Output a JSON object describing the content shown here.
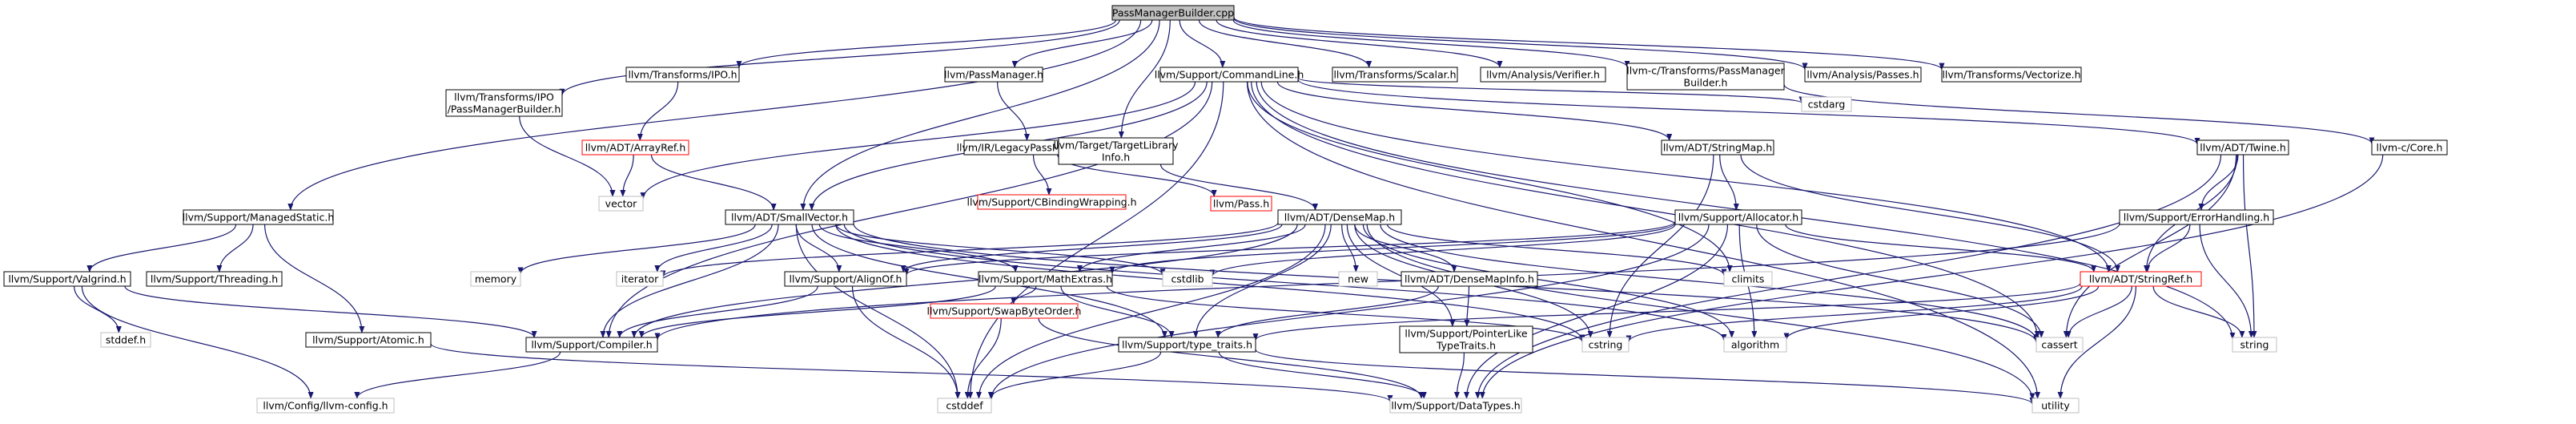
{
  "colors": {
    "root_fill": "#bfbfbf",
    "node_fill": "#ffffff",
    "normal_border": "#000000",
    "truncated_border": "#ff0000",
    "system_border": "#bfbfbf",
    "edge": "#191970",
    "system_text": "#000000"
  },
  "graph": {
    "root": "PassManagerBuilder.cpp",
    "nodes": [
      {
        "id": "root",
        "lines": [
          "PassManagerBuilder.cpp"
        ],
        "kind": "root"
      },
      {
        "id": "ipo",
        "lines": [
          "llvm/Transforms/IPO.h"
        ],
        "kind": "normal"
      },
      {
        "id": "passmgr",
        "lines": [
          "llvm/PassManager.h"
        ],
        "kind": "normal"
      },
      {
        "id": "cmdline",
        "lines": [
          "llvm/Support/CommandLine.h"
        ],
        "kind": "normal"
      },
      {
        "id": "scalar",
        "lines": [
          "llvm/Transforms/Scalar.h"
        ],
        "kind": "normal"
      },
      {
        "id": "verifier",
        "lines": [
          "llvm/Analysis/Verifier.h"
        ],
        "kind": "normal"
      },
      {
        "id": "ctpmb",
        "lines": [
          "llvm-c/Transforms/PassManager",
          "Builder.h"
        ],
        "kind": "normal"
      },
      {
        "id": "passes",
        "lines": [
          "llvm/Analysis/Passes.h"
        ],
        "kind": "normal"
      },
      {
        "id": "vectorize",
        "lines": [
          "llvm/Transforms/Vectorize.h"
        ],
        "kind": "normal"
      },
      {
        "id": "ipopmb",
        "lines": [
          "llvm/Transforms/IPO",
          "/PassManagerBuilder.h"
        ],
        "kind": "normal"
      },
      {
        "id": "arrayref",
        "lines": [
          "llvm/ADT/ArrayRef.h"
        ],
        "kind": "truncated"
      },
      {
        "id": "legacypm",
        "lines": [
          "llvm/IR/LegacyPassManager.h"
        ],
        "kind": "normal"
      },
      {
        "id": "targetlib",
        "lines": [
          "llvm/Target/TargetLibrary",
          "Info.h"
        ],
        "kind": "normal"
      },
      {
        "id": "cstdarg",
        "lines": [
          "cstdarg"
        ],
        "kind": "system"
      },
      {
        "id": "stringmap",
        "lines": [
          "llvm/ADT/StringMap.h"
        ],
        "kind": "normal"
      },
      {
        "id": "twine",
        "lines": [
          "llvm/ADT/Twine.h"
        ],
        "kind": "normal"
      },
      {
        "id": "ccore",
        "lines": [
          "llvm-c/Core.h"
        ],
        "kind": "normal"
      },
      {
        "id": "managedstatic",
        "lines": [
          "llvm/Support/ManagedStatic.h"
        ],
        "kind": "normal"
      },
      {
        "id": "vector",
        "lines": [
          "vector"
        ],
        "kind": "system"
      },
      {
        "id": "smallvector",
        "lines": [
          "llvm/ADT/SmallVector.h"
        ],
        "kind": "normal"
      },
      {
        "id": "cbinding",
        "lines": [
          "llvm/Support/CBindingWrapping.h"
        ],
        "kind": "truncated"
      },
      {
        "id": "pass",
        "lines": [
          "llvm/Pass.h"
        ],
        "kind": "truncated"
      },
      {
        "id": "densemap",
        "lines": [
          "llvm/ADT/DenseMap.h"
        ],
        "kind": "normal"
      },
      {
        "id": "allocator",
        "lines": [
          "llvm/Support/Allocator.h"
        ],
        "kind": "normal"
      },
      {
        "id": "errorhandling",
        "lines": [
          "llvm/Support/ErrorHandling.h"
        ],
        "kind": "normal"
      },
      {
        "id": "valgrind",
        "lines": [
          "llvm/Support/Valgrind.h"
        ],
        "kind": "normal"
      },
      {
        "id": "threading",
        "lines": [
          "llvm/Support/Threading.h"
        ],
        "kind": "normal"
      },
      {
        "id": "memory",
        "lines": [
          "memory"
        ],
        "kind": "system"
      },
      {
        "id": "iterator",
        "lines": [
          "iterator"
        ],
        "kind": "system"
      },
      {
        "id": "alignof",
        "lines": [
          "llvm/Support/AlignOf.h"
        ],
        "kind": "normal"
      },
      {
        "id": "mathextras",
        "lines": [
          "llvm/Support/MathExtras.h"
        ],
        "kind": "normal"
      },
      {
        "id": "cstdlib",
        "lines": [
          "cstdlib"
        ],
        "kind": "system"
      },
      {
        "id": "new",
        "lines": [
          "new"
        ],
        "kind": "system"
      },
      {
        "id": "densemapinfo",
        "lines": [
          "llvm/ADT/DenseMapInfo.h"
        ],
        "kind": "normal"
      },
      {
        "id": "climits",
        "lines": [
          "climits"
        ],
        "kind": "system"
      },
      {
        "id": "stringref",
        "lines": [
          "llvm/ADT/StringRef.h"
        ],
        "kind": "truncated"
      },
      {
        "id": "stddef",
        "lines": [
          "stddef.h"
        ],
        "kind": "system"
      },
      {
        "id": "compiler",
        "lines": [
          "llvm/Support/Compiler.h"
        ],
        "kind": "normal"
      },
      {
        "id": "atomic",
        "lines": [
          "llvm/Support/Atomic.h"
        ],
        "kind": "normal"
      },
      {
        "id": "swapbyteorder",
        "lines": [
          "llvm/Support/SwapByteOrder.h"
        ],
        "kind": "truncated"
      },
      {
        "id": "typetraits",
        "lines": [
          "llvm/Support/type_traits.h"
        ],
        "kind": "normal"
      },
      {
        "id": "pointerlike",
        "lines": [
          "llvm/Support/PointerLike",
          "TypeTraits.h"
        ],
        "kind": "normal"
      },
      {
        "id": "cstring",
        "lines": [
          "cstring"
        ],
        "kind": "system"
      },
      {
        "id": "algorithm",
        "lines": [
          "algorithm"
        ],
        "kind": "system"
      },
      {
        "id": "cassert",
        "lines": [
          "cassert"
        ],
        "kind": "system"
      },
      {
        "id": "string",
        "lines": [
          "string"
        ],
        "kind": "system"
      },
      {
        "id": "llvmconfig",
        "lines": [
          "llvm/Config/llvm-config.h"
        ],
        "kind": "system"
      },
      {
        "id": "cstddef",
        "lines": [
          "cstddef"
        ],
        "kind": "system"
      },
      {
        "id": "datatypes",
        "lines": [
          "llvm/Support/DataTypes.h"
        ],
        "kind": "system"
      },
      {
        "id": "utility",
        "lines": [
          "utility"
        ],
        "kind": "system"
      }
    ],
    "edges": [
      [
        "root",
        "ipo"
      ],
      [
        "root",
        "passmgr"
      ],
      [
        "root",
        "cmdline"
      ],
      [
        "root",
        "scalar"
      ],
      [
        "root",
        "verifier"
      ],
      [
        "root",
        "ctpmb"
      ],
      [
        "root",
        "passes"
      ],
      [
        "root",
        "vectorize"
      ],
      [
        "root",
        "ipopmb"
      ],
      [
        "root",
        "managedstatic"
      ],
      [
        "root",
        "targetlib"
      ],
      [
        "root",
        "smallvector"
      ],
      [
        "ipo",
        "arrayref"
      ],
      [
        "arrayref",
        "vector"
      ],
      [
        "arrayref",
        "smallvector"
      ],
      [
        "passmgr",
        "legacypm"
      ],
      [
        "legacypm",
        "cbinding"
      ],
      [
        "legacypm",
        "pass"
      ],
      [
        "ipopmb",
        "vector"
      ],
      [
        "targetlib",
        "densemap"
      ],
      [
        "cmdline",
        "cstdarg"
      ],
      [
        "cmdline",
        "stringmap"
      ],
      [
        "cmdline",
        "twine"
      ],
      [
        "cmdline",
        "vector"
      ],
      [
        "cmdline",
        "smallvector"
      ],
      [
        "cmdline",
        "compiler"
      ],
      [
        "cmdline",
        "climits"
      ],
      [
        "cmdline",
        "cstddef"
      ],
      [
        "cmdline",
        "string"
      ],
      [
        "cmdline",
        "stringref"
      ],
      [
        "cmdline",
        "utility"
      ],
      [
        "cmdline",
        "cassert"
      ],
      [
        "ctpmb",
        "ccore"
      ],
      [
        "ccore",
        "datatypes"
      ],
      [
        "stringmap",
        "allocator"
      ],
      [
        "stringmap",
        "stringref"
      ],
      [
        "stringmap",
        "cstring"
      ],
      [
        "twine",
        "errorhandling"
      ],
      [
        "twine",
        "stringref"
      ],
      [
        "twine",
        "cassert"
      ],
      [
        "twine",
        "string"
      ],
      [
        "twine",
        "datatypes"
      ],
      [
        "errorhandling",
        "stringref"
      ],
      [
        "errorhandling",
        "string"
      ],
      [
        "errorhandling",
        "compiler"
      ],
      [
        "allocator",
        "alignof"
      ],
      [
        "allocator",
        "mathextras"
      ],
      [
        "allocator",
        "datatypes"
      ],
      [
        "allocator",
        "algorithm"
      ],
      [
        "allocator",
        "cassert"
      ],
      [
        "allocator",
        "cstddef"
      ],
      [
        "allocator",
        "cstdlib"
      ],
      [
        "allocator",
        "stringref"
      ],
      [
        "managedstatic",
        "valgrind"
      ],
      [
        "managedstatic",
        "threading"
      ],
      [
        "managedstatic",
        "atomic"
      ],
      [
        "valgrind",
        "compiler"
      ],
      [
        "valgrind",
        "stddef"
      ],
      [
        "valgrind",
        "llvmconfig"
      ],
      [
        "atomic",
        "datatypes"
      ],
      [
        "compiler",
        "llvmconfig"
      ],
      [
        "smallvector",
        "alignof"
      ],
      [
        "smallvector",
        "compiler"
      ],
      [
        "smallvector",
        "mathextras"
      ],
      [
        "smallvector",
        "typetraits"
      ],
      [
        "smallvector",
        "algorithm"
      ],
      [
        "smallvector",
        "cassert"
      ],
      [
        "smallvector",
        "cstddef"
      ],
      [
        "smallvector",
        "cstdlib"
      ],
      [
        "smallvector",
        "cstring"
      ],
      [
        "smallvector",
        "iterator"
      ],
      [
        "smallvector",
        "memory"
      ],
      [
        "densemap",
        "alignof"
      ],
      [
        "densemap",
        "compiler"
      ],
      [
        "densemap",
        "mathextras"
      ],
      [
        "densemap",
        "densemapinfo"
      ],
      [
        "densemap",
        "pointerlike"
      ],
      [
        "densemap",
        "typetraits"
      ],
      [
        "densemap",
        "algorithm"
      ],
      [
        "densemap",
        "cassert"
      ],
      [
        "densemap",
        "climits"
      ],
      [
        "densemap",
        "cstddef"
      ],
      [
        "densemap",
        "cstring"
      ],
      [
        "densemap",
        "iterator"
      ],
      [
        "densemap",
        "new"
      ],
      [
        "densemap",
        "utility"
      ],
      [
        "densemapinfo",
        "pointerlike"
      ],
      [
        "densemapinfo",
        "typetraits"
      ],
      [
        "pointerlike",
        "datatypes"
      ],
      [
        "alignof",
        "compiler"
      ],
      [
        "alignof",
        "cstddef"
      ],
      [
        "mathextras",
        "compiler"
      ],
      [
        "mathextras",
        "swapbyteorder"
      ],
      [
        "mathextras",
        "typetraits"
      ],
      [
        "mathextras",
        "cstring"
      ],
      [
        "swapbyteorder",
        "datatypes"
      ],
      [
        "swapbyteorder",
        "cstddef"
      ],
      [
        "typetraits",
        "datatypes"
      ],
      [
        "typetraits",
        "cstddef"
      ],
      [
        "typetraits",
        "utility"
      ],
      [
        "stringref",
        "typetraits"
      ],
      [
        "stringref",
        "algorithm"
      ],
      [
        "stringref",
        "cassert"
      ],
      [
        "stringref",
        "cstring"
      ],
      [
        "stringref",
        "string"
      ],
      [
        "stringref",
        "utility"
      ]
    ]
  }
}
